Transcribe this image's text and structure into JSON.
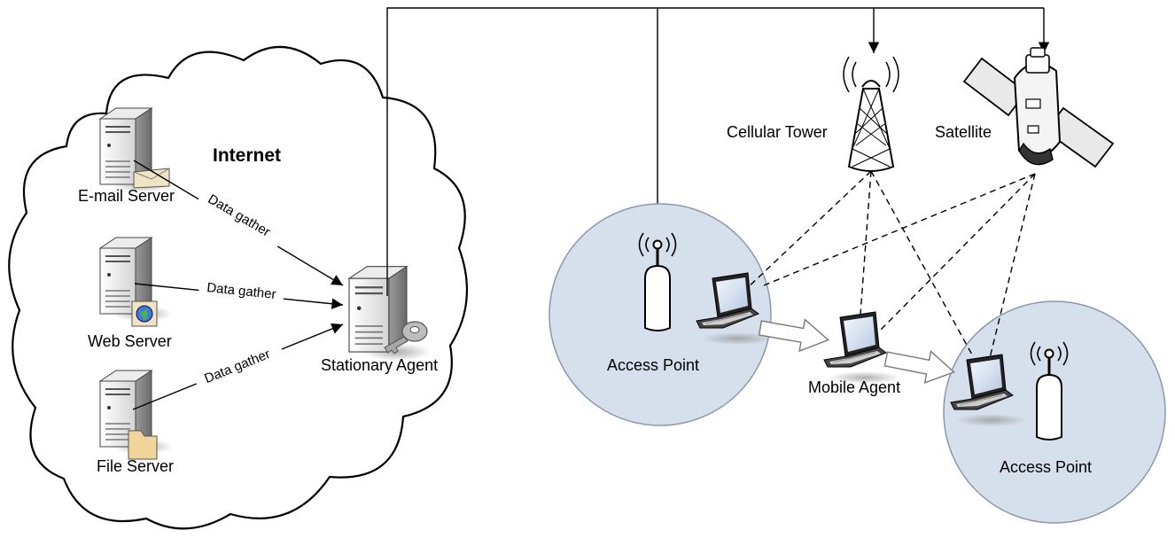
{
  "cloud": {
    "title": "Internet"
  },
  "nodes": {
    "email_server": "E-mail Server",
    "web_server": "Web Server",
    "file_server": "File Server",
    "stationary_agent": "Stationary Agent",
    "cellular_tower": "Cellular Tower",
    "satellite": "Satellite",
    "access_point_left": "Access Point",
    "access_point_right": "Access Point",
    "mobile_agent": "Mobile Agent"
  },
  "edges": {
    "email_to_agent": "Data gather",
    "web_to_agent": "Data gather",
    "file_to_agent": "Data gather"
  },
  "colors": {
    "coverage_fill": "#d6dfec",
    "coverage_stroke": "#8a98ad",
    "line": "#000000"
  }
}
